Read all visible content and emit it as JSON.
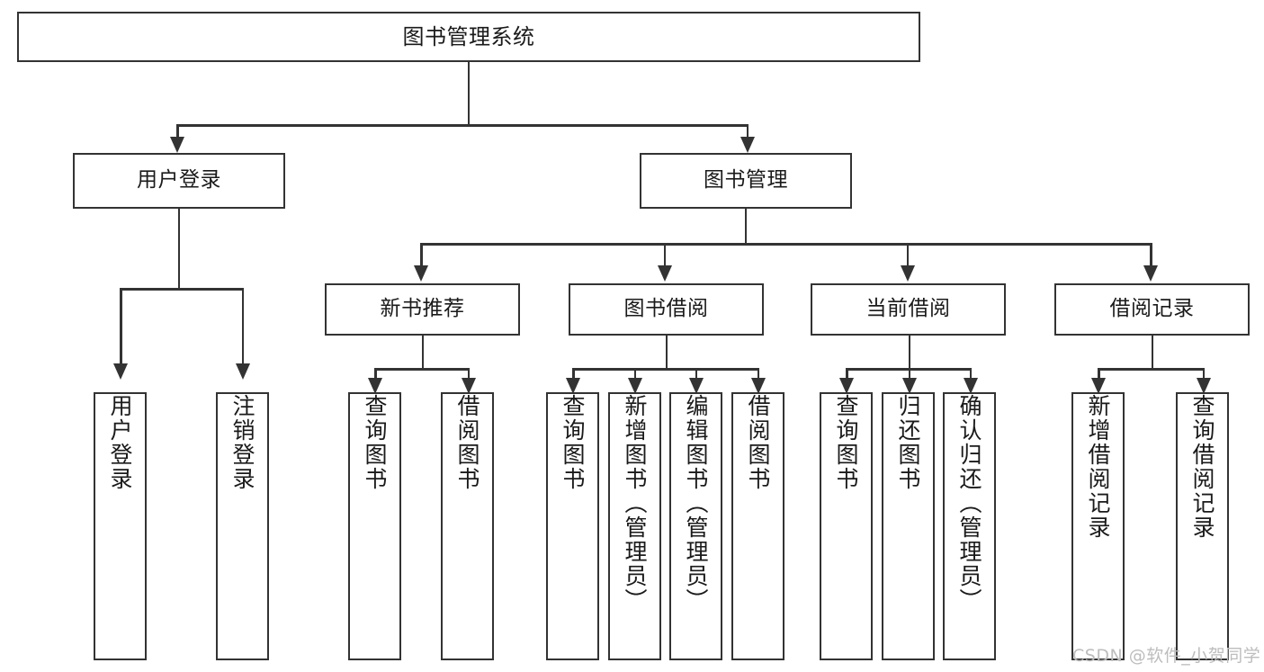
{
  "diagram": {
    "title": "图书管理系统",
    "type": "tree",
    "levels": 4,
    "watermark": "CSDN @软件_小贺同学",
    "colors": {
      "box_border": "#333333",
      "box_fill": "#ffffff",
      "text": "#1a1a1a",
      "connector": "#333333",
      "watermark": "#bdbdbd",
      "background": "#ffffff"
    },
    "root": {
      "label": "图书管理系统"
    },
    "level2": [
      {
        "label": "用户登录"
      },
      {
        "label": "图书管理"
      }
    ],
    "level3": [
      {
        "label": "新书推荐"
      },
      {
        "label": "图书借阅"
      },
      {
        "label": "当前借阅"
      },
      {
        "label": "借阅记录"
      }
    ],
    "leaves": {
      "user_login": [
        {
          "label": "用户登录"
        },
        {
          "label": "注销登录"
        }
      ],
      "new_book_recommend": [
        {
          "label": "查询图书"
        },
        {
          "label": "借阅图书"
        }
      ],
      "book_borrow": [
        {
          "label": "查询图书"
        },
        {
          "label": "新增图书（管理员）"
        },
        {
          "label": "编辑图书（管理员）"
        },
        {
          "label": "借阅图书"
        }
      ],
      "current_borrow": [
        {
          "label": "查询图书"
        },
        {
          "label": "归还图书"
        },
        {
          "label": "确认归还（管理员）"
        }
      ],
      "borrow_record": [
        {
          "label": "新增借阅记录"
        },
        {
          "label": "查询借阅记录"
        }
      ]
    }
  }
}
